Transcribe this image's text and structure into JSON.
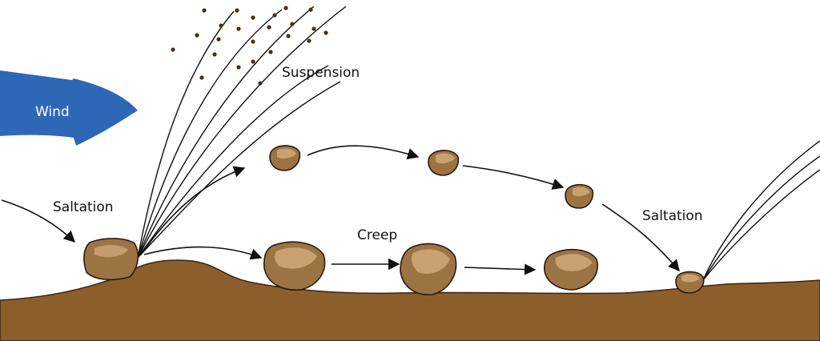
{
  "labels": {
    "wind": "Wind",
    "suspension": "Suspension",
    "saltation_left": "Saltation",
    "creep": "Creep",
    "saltation_right": "Saltation"
  },
  "colors": {
    "ground": "#8B5E2B",
    "ground_edge": "#3a2510",
    "rock": "#9C7444",
    "rock_highlight": "#C9A173",
    "wind_arrow": "#2E67B5",
    "dust": "#4a2f14"
  }
}
